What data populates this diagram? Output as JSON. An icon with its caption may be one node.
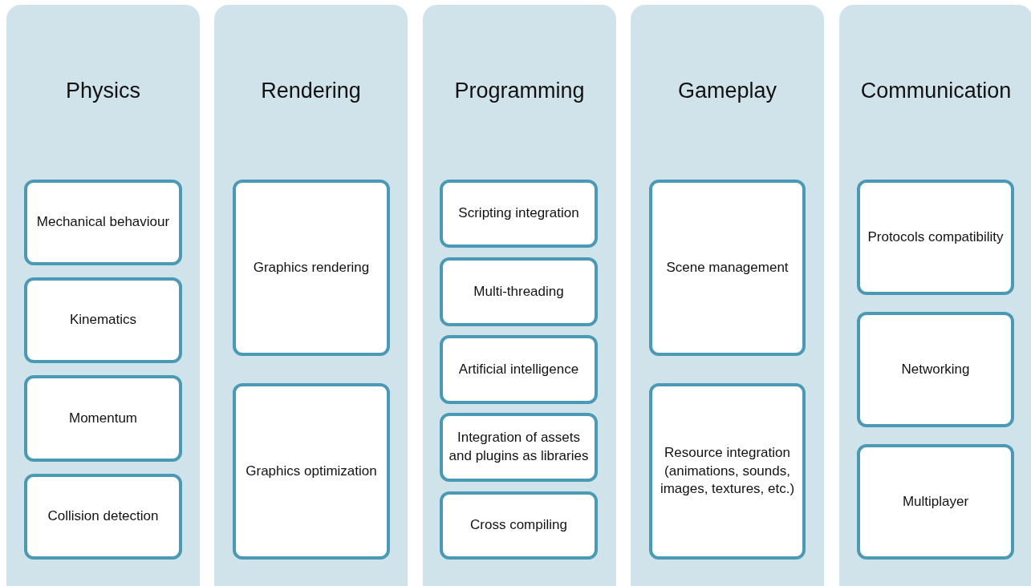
{
  "diagram": {
    "nodes": [
      {
        "text": [
          "Physics"
        ]
      },
      {
        "text": [
          "Mechanical behaviour"
        ],
        "in": 0
      },
      {
        "text": [
          "Kinematics"
        ],
        "in": 0
      },
      {
        "text": [
          "Momentum"
        ],
        "in": 0
      },
      {
        "text": [
          "Collision detection"
        ],
        "in": 0
      },
      {
        "text": [
          "Rendering"
        ]
      },
      {
        "text": [
          "Graphics rendering"
        ],
        "in": 5
      },
      {
        "text": [
          "Graphics optimization"
        ],
        "in": 5
      },
      {
        "text": [
          "Programming"
        ]
      },
      {
        "text": [
          "Scripting integration"
        ],
        "in": 8
      },
      {
        "text": [
          "Multi-threading"
        ],
        "in": 8
      },
      {
        "text": [
          "Artificial intelligence"
        ],
        "in": 8
      },
      {
        "text": [
          "Integration of assets and plugins as libraries"
        ],
        "in": 8
      },
      {
        "text": [
          "Cross compiling"
        ],
        "in": 8
      },
      {
        "text": [
          "Gameplay"
        ]
      },
      {
        "text": [
          "Scene management"
        ],
        "in": 14
      },
      {
        "text": [
          "Resource integration (animations, sounds, images, textures, etc.)"
        ],
        "in": 14
      },
      {
        "text": [
          "Communication"
        ]
      },
      {
        "text": [
          "Protocols compatibility"
        ],
        "in": 17
      },
      {
        "text": [
          "Networking"
        ],
        "in": 17
      },
      {
        "text": [
          "Multiplayer"
        ],
        "in": 17
      }
    ]
  }
}
